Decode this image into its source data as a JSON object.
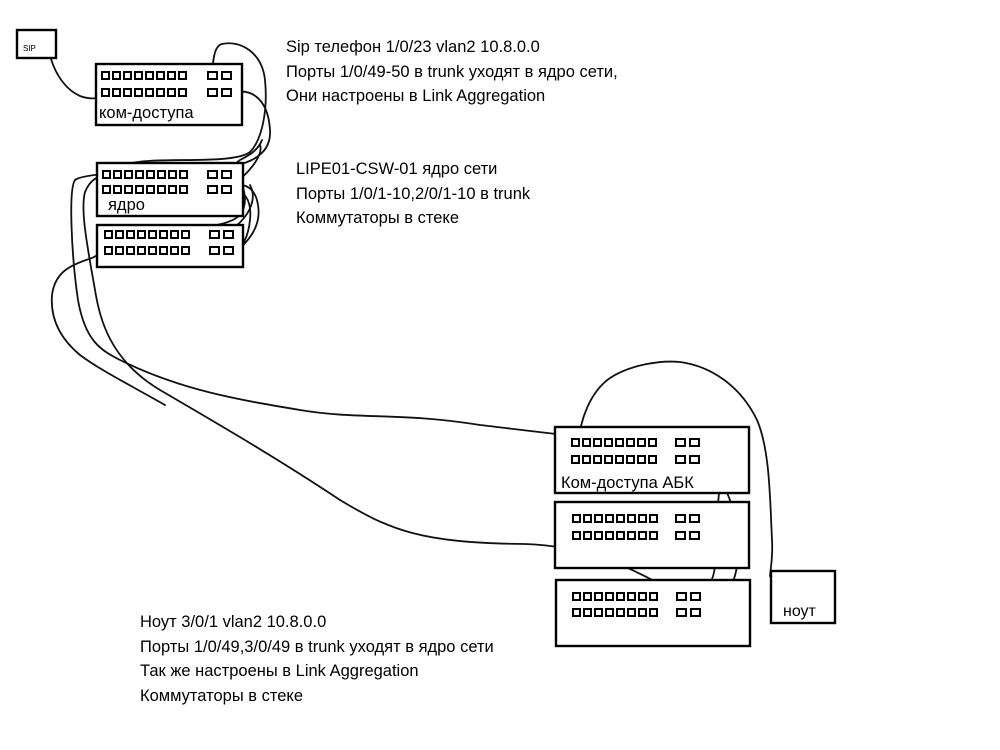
{
  "diagram": {
    "devices": {
      "sip_phone": {
        "label": "SIP"
      },
      "access_switch_top": {
        "label": "ком-доступа"
      },
      "core_switch": {
        "label": "ядро"
      },
      "abk_switch_1": {
        "label": "Ком-доступа АБК"
      },
      "laptop": {
        "label": "ноут"
      }
    },
    "notes": {
      "top": [
        "Sip телефон 1/0/23 vlan2 10.8.0.0",
        "Порты 1/0/49-50 в trunk уходят в ядро сети,",
        "Они настроены в Link Aggregation"
      ],
      "core": [
        "LIPE01-CSW-01 ядро сети",
        "Порты 1/0/1-10,2/0/1-10 в trunk",
        "Коммутаторы в стеке"
      ],
      "bottom": [
        "Ноут 3/0/1 vlan2 10.8.0.0",
        "Порты 1/0/49,3/0/49 в trunk уходят в ядро сети",
        "Так же настроены в Link Aggregation",
        "Коммутаторы в стеке"
      ]
    }
  }
}
